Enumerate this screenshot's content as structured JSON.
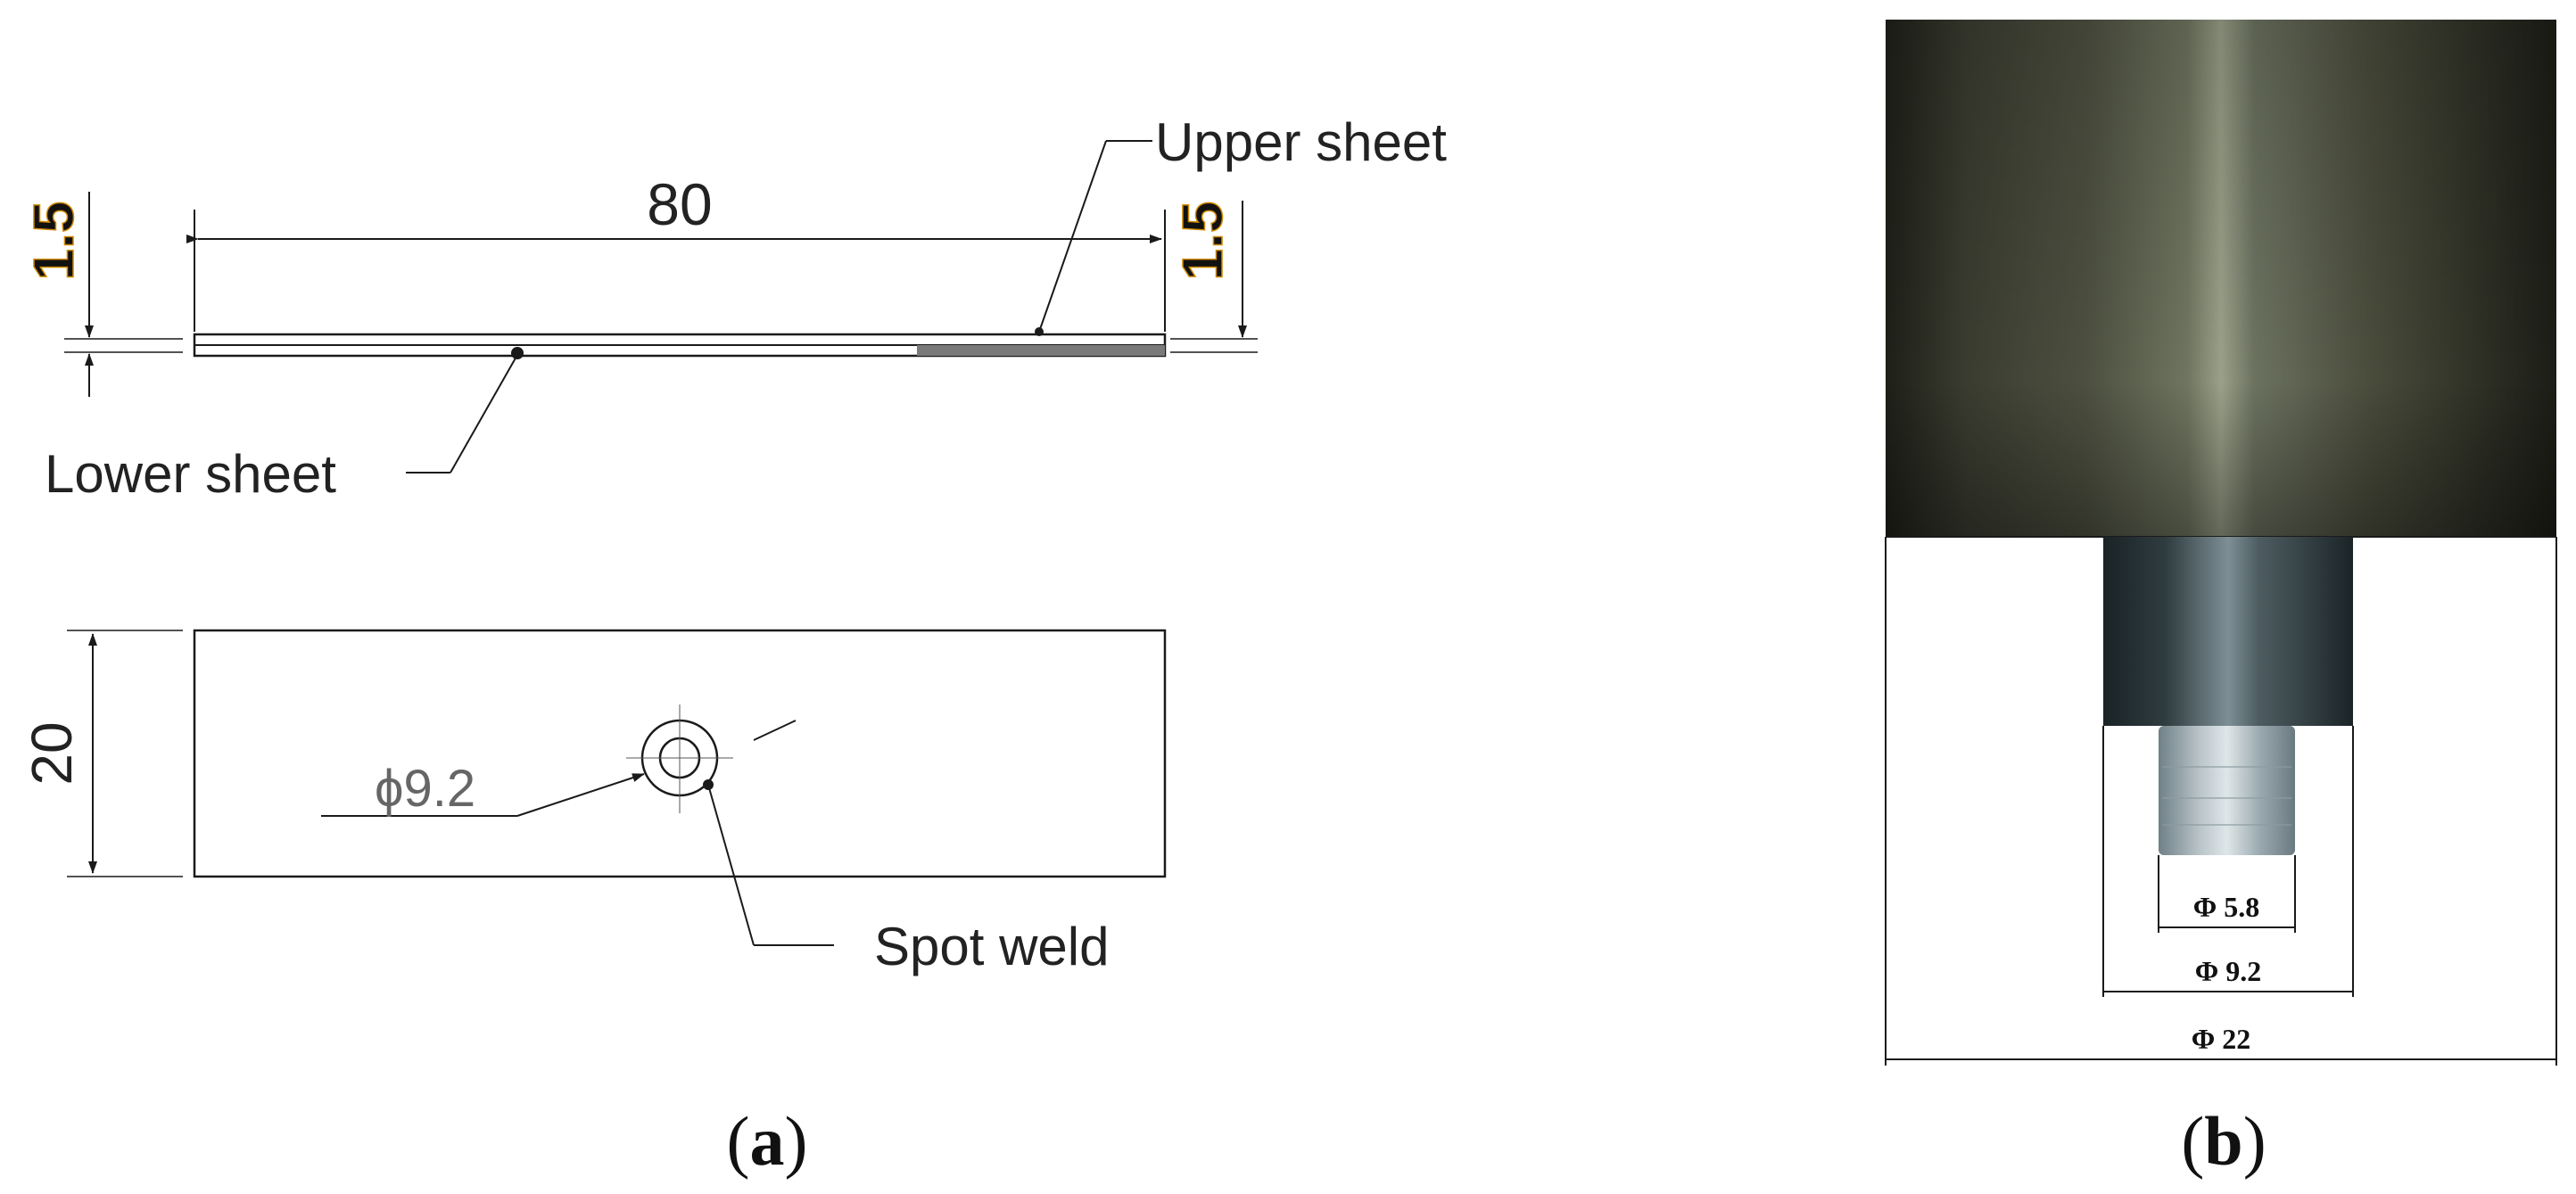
{
  "panel_a": {
    "dim_length": "80",
    "dim_thickness_left": "1.5",
    "dim_thickness_right": "1.5",
    "dim_width": "20",
    "dim_diameter": "ϕ9.2",
    "label_upper_sheet": "Upper sheet",
    "label_lower_sheet": "Lower sheet",
    "label_spot_weld": "Spot weld",
    "caption_open": "(",
    "caption_letter": "a",
    "caption_close": ")"
  },
  "panel_b": {
    "dim_tip": "Φ 5.8",
    "dim_mid": "Φ 9.2",
    "dim_body": "Φ 22",
    "caption_open": "(",
    "caption_letter": "b",
    "caption_close": ")"
  },
  "colors": {
    "line": "#1a1a1a",
    "dim_text_dark": "#222222",
    "thickness_text": "#111111",
    "thickness_accent": "#d08a00",
    "phi_text": "#666666",
    "electrode_dark": "#2f3128",
    "electrode_light": "#8a8f78",
    "tip_light": "#b9c4c9"
  }
}
